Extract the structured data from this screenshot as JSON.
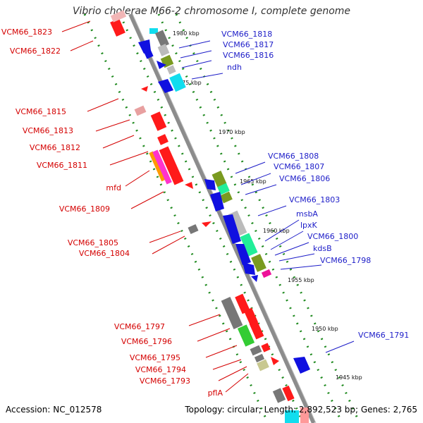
{
  "title": "Vibrio cholerae M66-2 chromosome I, complete genome",
  "footer": {
    "accession": "Accession: NC_012578",
    "summary": "Topology: circular; Length: 2,892,523 bp; Genes: 2,765"
  },
  "colors": {
    "backbone": "#8c8c8c",
    "left_labels": "#d40000",
    "right_labels": "#1c1cc8",
    "dotted_circles": "#1f8a1f",
    "kbp_ticks": "#111111"
  },
  "kbp_ticks": [
    {
      "label": "1980 kbp"
    },
    {
      "label": "1975 kbp"
    },
    {
      "label": "1970 kbp"
    },
    {
      "label": "1965 kbp"
    },
    {
      "label": "1960 kbp"
    },
    {
      "label": "1955 kbp"
    },
    {
      "label": "1950 kbp"
    },
    {
      "label": "1945 kbp"
    }
  ],
  "left_labels": [
    {
      "text": "VCM66_1823"
    },
    {
      "text": "VCM66_1822"
    },
    {
      "text": "VCM66_1815"
    },
    {
      "text": "VCM66_1813"
    },
    {
      "text": "VCM66_1812"
    },
    {
      "text": "VCM66_1811"
    },
    {
      "text": "mfd"
    },
    {
      "text": "VCM66_1809"
    },
    {
      "text": "VCM66_1805"
    },
    {
      "text": "VCM66_1804"
    },
    {
      "text": "VCM66_1797"
    },
    {
      "text": "VCM66_1796"
    },
    {
      "text": "VCM66_1795"
    },
    {
      "text": "VCM66_1794"
    },
    {
      "text": "VCM66_1793"
    },
    {
      "text": "pflA"
    }
  ],
  "right_labels": [
    {
      "text": "VCM66_1818"
    },
    {
      "text": "VCM66_1817"
    },
    {
      "text": "VCM66_1816"
    },
    {
      "text": "ndh"
    },
    {
      "text": "VCM66_1808"
    },
    {
      "text": "VCM66_1807"
    },
    {
      "text": "VCM66_1806"
    },
    {
      "text": "VCM66_1803"
    },
    {
      "text": "msbA"
    },
    {
      "text": "lpxK"
    },
    {
      "text": "VCM66_1800"
    },
    {
      "text": "kdsB"
    },
    {
      "text": "VCM66_1798"
    },
    {
      "text": "VCM66_1791"
    }
  ]
}
